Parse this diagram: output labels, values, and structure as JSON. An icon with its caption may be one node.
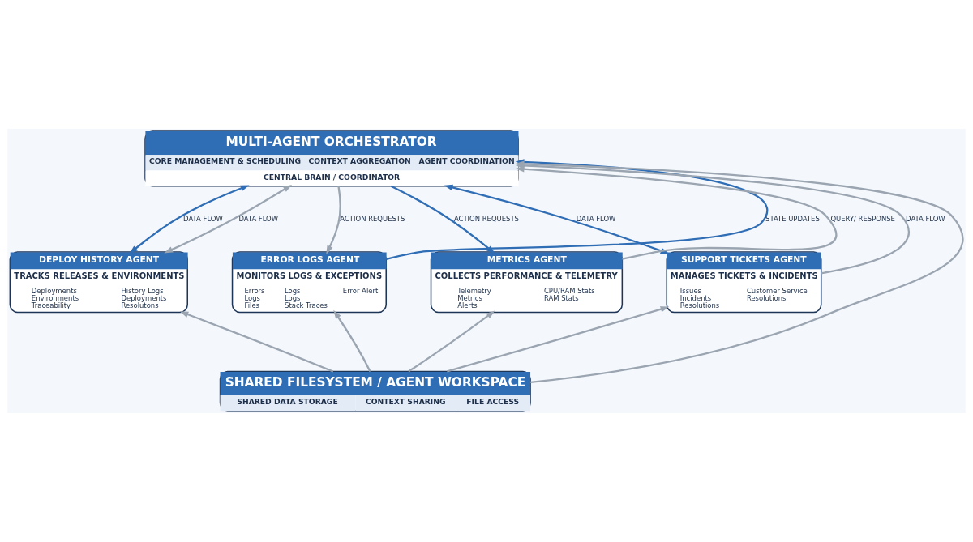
{
  "diagram": {
    "nodes": [
      {
        "text": [
          "MULTI-AGENT ORCHESTRATOR",
          "CORE MANAGEMENT & SCHEDULING",
          "CONTEXT AGGREGATION",
          "AGENT COORDINATION",
          "CENTRAL BRAIN / COORDINATOR"
        ]
      },
      {
        "text": [
          "DEPLOY HISTORY AGENT",
          "TRACKS RELEASES & ENVIRONMENTS",
          "Deployments",
          "Environments",
          "Traceability",
          "History Logs",
          "Deployments",
          "Resolutons"
        ]
      },
      {
        "text": [
          "ERROR LOGS AGENT",
          "MONITORS LOGS & EXCEPTIONS",
          "Errors",
          "Logs",
          "Files",
          "Logs",
          "Logs",
          "Stack Traces",
          "Error Alert"
        ]
      },
      {
        "text": [
          "METRICS AGENT",
          "COLLECTS PERFORMANCE & TELEMETRY",
          "Telemetry",
          "Metrics",
          "Alerts",
          "CPU/RAM Stats",
          "RAM Stats"
        ]
      },
      {
        "text": [
          "SUPPORT TICKETS AGENT",
          "MANAGES TICKETS & INCIDENTS",
          "Issues",
          "Incidents",
          "Resolutions",
          "Customer Service",
          "Resolutions"
        ]
      },
      {
        "text": [
          "SHARED FILESYSTEM / AGENT WORKSPACE",
          "SHARED DATA STORAGE",
          "CONTEXT SHARING",
          "FILE ACCESS"
        ]
      }
    ],
    "edges": [
      {
        "from": 0,
        "to": 1,
        "arrow": "both",
        "label": "DATA FLOW",
        "color": "#2f6db5"
      },
      {
        "from": 0,
        "to": 1,
        "arrow": "both",
        "label": "DATA FLOW"
      },
      {
        "from": 2,
        "to": 0,
        "arrow": "to",
        "label": "STATE UPDATES",
        "color": "#2f6db5"
      },
      {
        "from": 0,
        "to": 2,
        "arrow": "to",
        "label": "ACTION REQUESTS"
      },
      {
        "from": 5,
        "to": 0,
        "arrow": "to"
      },
      {
        "from": 0,
        "to": 3,
        "arrow": "to",
        "label": "ACTION REQUESTS",
        "color": "#2f6db5"
      },
      {
        "from": 3,
        "to": 0,
        "arrow": "to",
        "label": "QUERY/ RESPONSE"
      },
      {
        "from": 0,
        "to": 4,
        "arrow": "both",
        "label": "DATA FLOW",
        "color": "#2f6db5"
      },
      {
        "from": 4,
        "to": 0,
        "arrow": "to",
        "label": "DATA FLOW"
      },
      {
        "from": 5,
        "to": 1,
        "arrow": "to"
      },
      {
        "from": 5,
        "to": 2,
        "arrow": "to"
      },
      {
        "from": 5,
        "to": 3,
        "arrow": "to"
      },
      {
        "from": 5,
        "to": 4,
        "arrow": "to"
      }
    ]
  }
}
